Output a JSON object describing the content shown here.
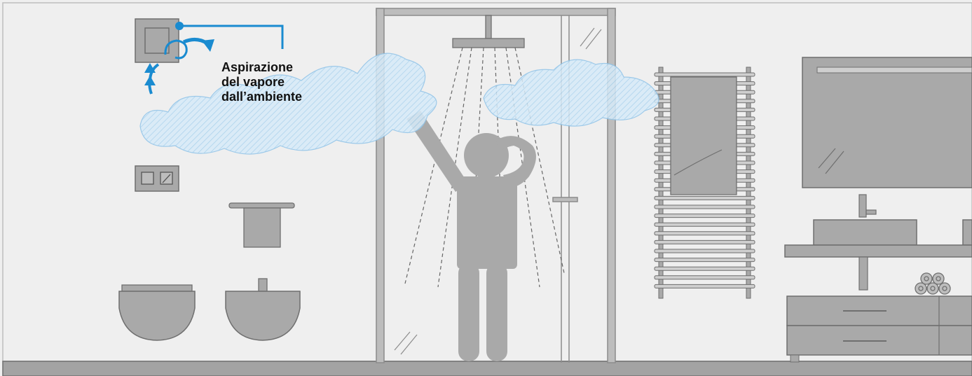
{
  "callout": {
    "lines": [
      "Aspirazione",
      "del vapore",
      "dall’ambiente"
    ]
  },
  "colors": {
    "background": "#efefef",
    "fixture_fill": "#a9a9a9",
    "fixture_stroke": "#6f6f6f",
    "accent_blue": "#1a8bd0",
    "steam_fill": "#cfe6f7"
  },
  "icons": {
    "fan_unit": "wall-ventilation-unit",
    "airflow_arrows": "curved-arrow"
  }
}
